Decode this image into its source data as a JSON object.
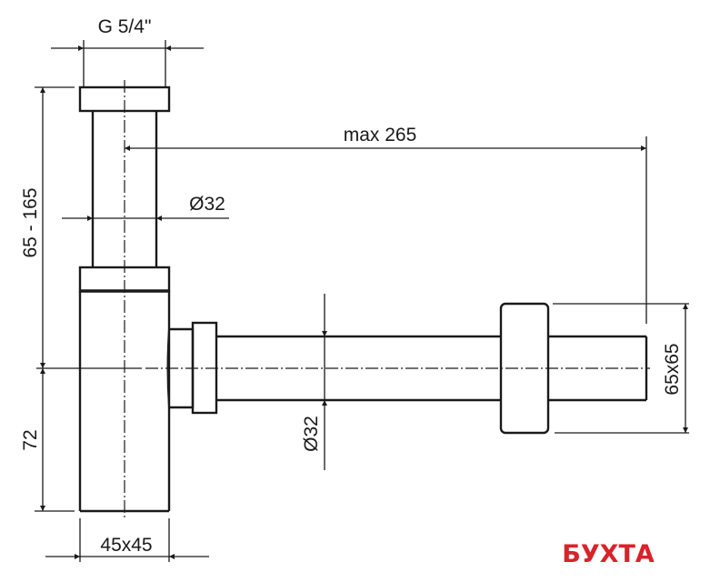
{
  "drawing": {
    "subject": "bottle siphon technical drawing",
    "line_color": "#1a1a1a",
    "background": "#ffffff"
  },
  "dimensions": {
    "thread": "G 5/4\"",
    "max_length": "max 265",
    "pipe_diameter_vertical": "Ø32",
    "height_range": "65 - 165",
    "height_lower": "72",
    "body_size": "45x45",
    "pipe_diameter_horizontal": "Ø32",
    "escutcheon_size": "65x65"
  },
  "logo": {
    "text": "БУХТА",
    "color": "#d8232a"
  }
}
